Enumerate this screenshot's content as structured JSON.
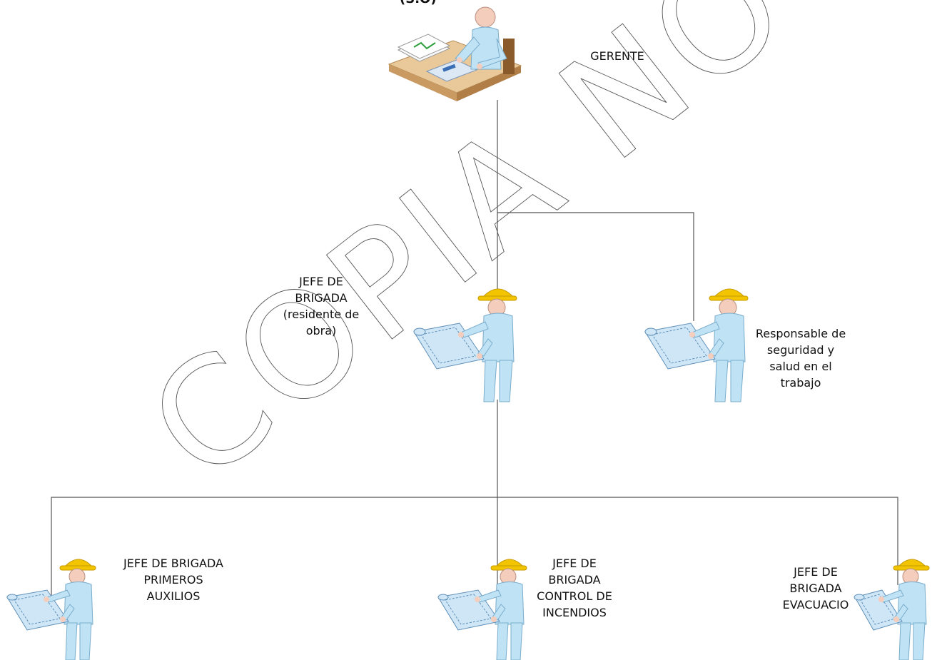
{
  "title_fragment": "(S.O)",
  "watermark": "COPIA NO CONTROLADA",
  "nodes": {
    "gerente": {
      "label": "GERENTE"
    },
    "jefe_brigada": {
      "label": "JEFE DE\nBRIGADA\n(residente de\nobra)"
    },
    "responsable": {
      "label": "Responsable de\nseguridad y\nsalud en el\ntrabajo"
    },
    "primeros_auxilios": {
      "label": "JEFE DE BRIGADA\nPRIMEROS\nAUXILIOS"
    },
    "control_incendios": {
      "label": "JEFE DE\nBRIGADA\nCONTROL DE\nINCENDIOS"
    },
    "evacuacion": {
      "label": "JEFE DE\nBRIGADA\nEVACUACIO"
    }
  },
  "colors": {
    "line": "#555555",
    "helmet": "#f2c500",
    "body": "#bfe3f5",
    "skin": "#f5cdbd",
    "desk": "#e9c99a",
    "blueprint": "#cfe6f7"
  }
}
